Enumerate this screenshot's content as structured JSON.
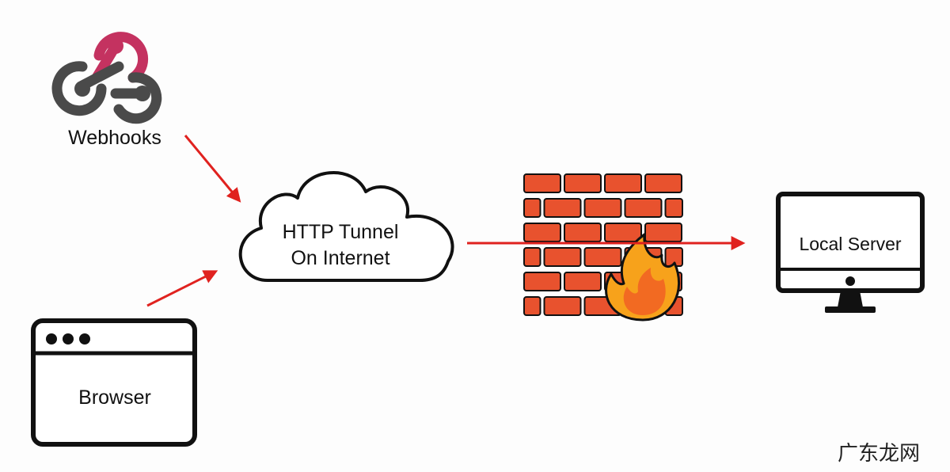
{
  "nodes": {
    "webhooks": {
      "label": "Webhooks",
      "icon": "webhooks-icon"
    },
    "tunnel": {
      "line1": "HTTP Tunnel",
      "line2": "On Internet",
      "icon": "cloud-icon"
    },
    "browser": {
      "label": "Browser",
      "icon": "browser-window-icon"
    },
    "firewall": {
      "icon": "firewall-icon"
    },
    "server": {
      "label": "Local Server",
      "icon": "monitor-icon"
    }
  },
  "edges": [
    {
      "from": "webhooks",
      "to": "tunnel"
    },
    {
      "from": "browser",
      "to": "tunnel"
    },
    {
      "from": "tunnel",
      "to": "server",
      "through": "firewall"
    }
  ],
  "watermark": "广东龙网",
  "colors": {
    "arrow": "#e0221f",
    "webhook_pink": "#c43260",
    "webhook_gray": "#4a4a4a",
    "brick": "#e8522e",
    "flame_outer": "#f7a21b",
    "flame_inner": "#f26a22",
    "outline": "#111111"
  }
}
